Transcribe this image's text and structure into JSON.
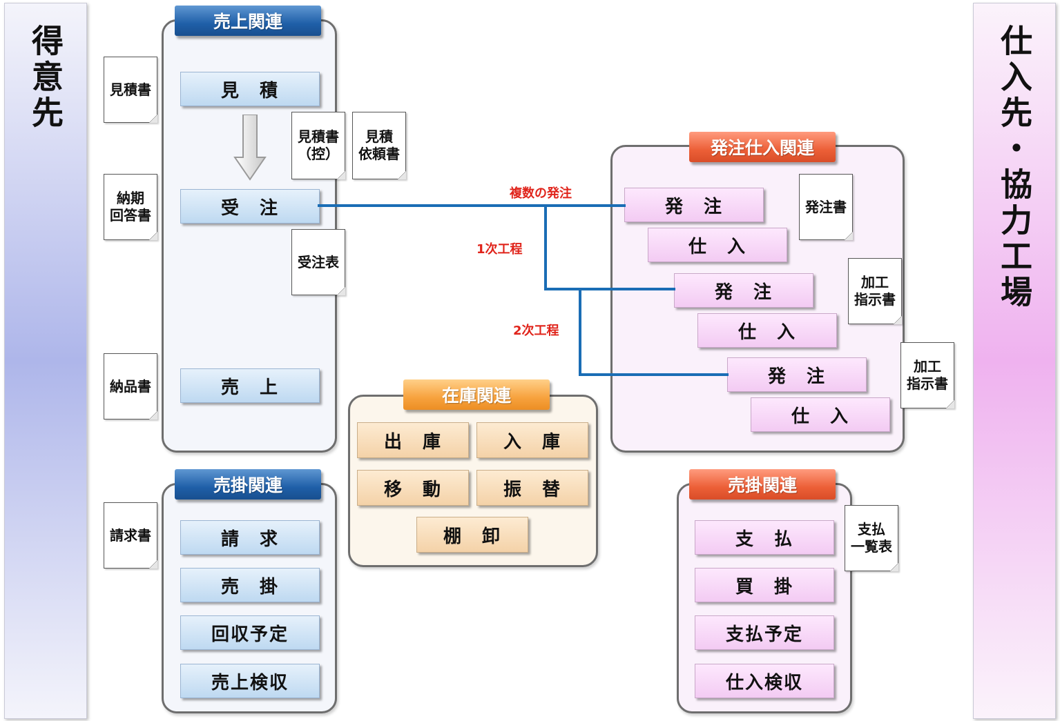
{
  "left_party": {
    "title": "得意先"
  },
  "right_party": {
    "title": "仕入先・協力工場"
  },
  "sales": {
    "tab": "売上関連",
    "items": [
      "見　積",
      "受　注",
      "売　上"
    ],
    "docs": {
      "estimate": "見積書",
      "delivery_answer": "納期\n回答書",
      "delivery_note": "納品書",
      "estimate_copy": "見積書\n（控）",
      "estimate_request": "見積\n依頼書",
      "order_sheet": "受注表"
    }
  },
  "receivable": {
    "tab": "売掛関連",
    "items": [
      "請　求",
      "売　掛",
      "回収予定",
      "売上検収"
    ],
    "docs": {
      "invoice": "請求書"
    }
  },
  "purchase": {
    "tab": "発注仕入関連",
    "items": [
      "発　注",
      "仕　入"
    ],
    "docs": {
      "order_form": "発注書",
      "process_instruction": "加工\n指示書"
    }
  },
  "inventory": {
    "tab": "在庫関連",
    "items": [
      "出　庫",
      "入　庫",
      "移　動",
      "振　替",
      "棚　卸"
    ]
  },
  "payable": {
    "tab": "売掛関連",
    "items": [
      "支　払",
      "買　掛",
      "支払予定",
      "仕入検収"
    ],
    "docs": {
      "payment_list": "支払\n一覧表"
    }
  },
  "annotations": {
    "multiple_orders": "複数の発注",
    "first_process": "1次工程",
    "second_process": "2次工程"
  },
  "colors": {
    "connector": "#1a6db5",
    "annotation": "#e0241b",
    "tab_blue": "#1f5fa8",
    "tab_red": "#ec5f37",
    "tab_orange": "#f7a23e"
  }
}
